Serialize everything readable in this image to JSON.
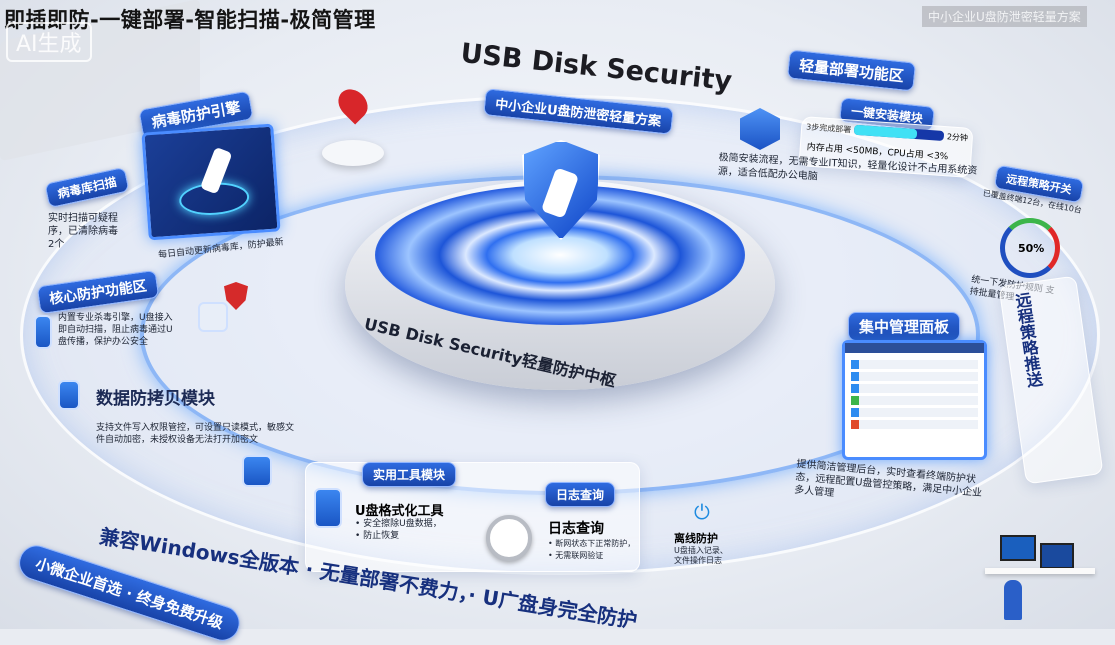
{
  "header": {
    "title": "即插即防-一键部署-智能扫描-极简管理",
    "ai_watermark": "AI生成",
    "corner_watermark": "中小企业U盘防泄密轻量方案"
  },
  "product": {
    "name": "USB Disk Security",
    "subtitle": "中小企业U盘防泄密轻量方案",
    "hub_label": "USB Disk Security轻量防护中枢"
  },
  "virus_engine": {
    "title": "病毒防护引擎",
    "caption": "每日自动更新病毒库，防护最新"
  },
  "virus_scan": {
    "tag": "病毒库扫描",
    "text": "实时扫描可疑程序，已清除病毒2个"
  },
  "core": {
    "title": "核心防护功能区",
    "text": "内置专业杀毒引擎，U盘接入即自动扫描，阻止病毒通过U盘传播，保护办公安全"
  },
  "copy_module": {
    "title": "数据防拷贝模块",
    "text": "支持文件写入权限管控，可设置只读模式，敏感文件自动加密，未授权设备无法打开加密文"
  },
  "deploy": {
    "title": "轻量部署功能区",
    "module": "一键安装模块",
    "steps": "3步完成部署",
    "time": "2分钟",
    "progress": 0.7,
    "resources": "内存占用 <50MB，CPU占用 <3%",
    "desc": "极简安装流程，无需专业IT知识，轻量化设计不占用系统资源，适合低配办公电脑"
  },
  "remote_switch": {
    "title": "远程策略开关",
    "status": "已覆盖终端12台，在线10台",
    "gauge_value": "50%",
    "gauge_level": 0.5,
    "note": "统一下发防护规则 支持批量管理"
  },
  "management": {
    "title": "集中管理面板",
    "text": "提供简洁管理后台，实时查看终端防护状态，远程配置U盘管控策略，满足中小企业多人管理"
  },
  "remote_push": {
    "title": "远程策略推送"
  },
  "tools": {
    "title": "实用工具模块",
    "format_tool": "U盘格式化工具",
    "format_points": [
      "安全擦除U盘数据，",
      "防止恢复"
    ],
    "log_tag": "日志查询",
    "log_title": "日志查询",
    "log_points": [
      "断网状态下正常防护，",
      "无需联网验证"
    ],
    "offline_title": "离线防护",
    "offline_text": "U盘插入记录、文件操作日志"
  },
  "bottom": {
    "ribbon": "兼容Windows全版本 · 无量部署不费力，· U广盘身完全防护",
    "badge": "小微企业首选 · 终身免费升级"
  },
  "colors": {
    "accent": "#1f4fc0",
    "highlight": "#3da2ff",
    "text": "#1d2433"
  }
}
